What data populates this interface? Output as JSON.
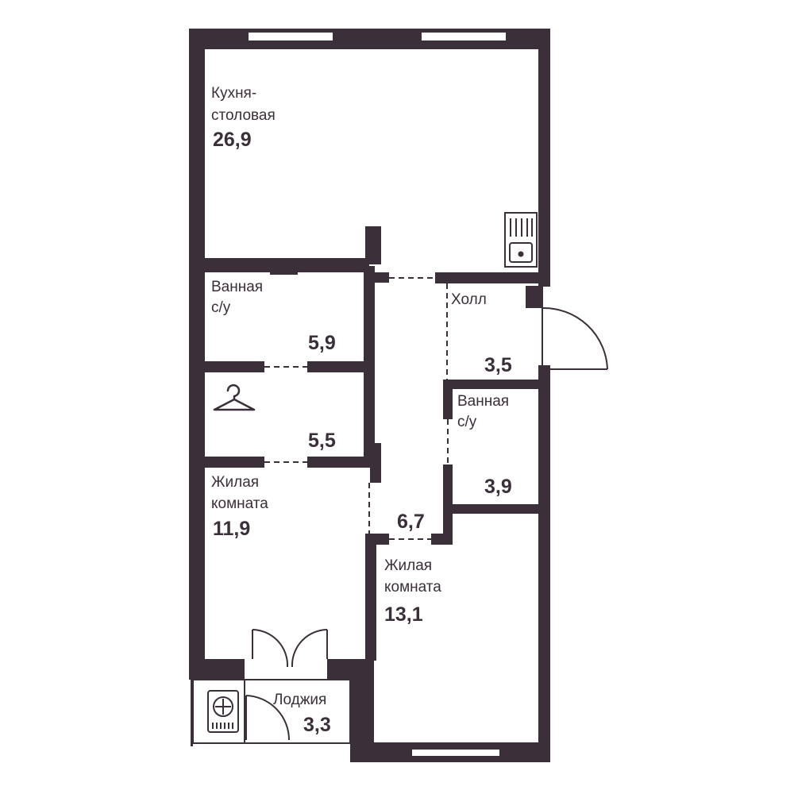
{
  "colors": {
    "wall": "#3b2f3a",
    "background": "#ffffff"
  },
  "rooms": [
    {
      "id": "kitchen",
      "label_lines": [
        "Кухня-",
        "столовая"
      ],
      "area": "26,9"
    },
    {
      "id": "bath1",
      "label_lines": [
        "Ванная",
        "с/у"
      ],
      "area": "5,9"
    },
    {
      "id": "wardrobe",
      "label_lines": [],
      "area": "5,5",
      "icon": "hanger-icon"
    },
    {
      "id": "living1",
      "label_lines": [
        "Жилая",
        "комната"
      ],
      "area": "11,9"
    },
    {
      "id": "corridor",
      "label_lines": [],
      "area": "6,7"
    },
    {
      "id": "hall",
      "label_lines": [
        "Холл"
      ],
      "area": "3,5"
    },
    {
      "id": "bath2",
      "label_lines": [
        "Ванная",
        "с/у"
      ],
      "area": "3,9"
    },
    {
      "id": "living2",
      "label_lines": [
        "Жилая",
        "комната"
      ],
      "area": "13,1"
    },
    {
      "id": "loggia",
      "label_lines": [
        "Лоджия"
      ],
      "area": "3,3",
      "icon": "ac-unit-icon"
    }
  ],
  "icons": {
    "sink": "sink-icon",
    "hanger": "hanger-icon",
    "ac": "ac-unit-icon",
    "door": "door-swing-icon"
  }
}
